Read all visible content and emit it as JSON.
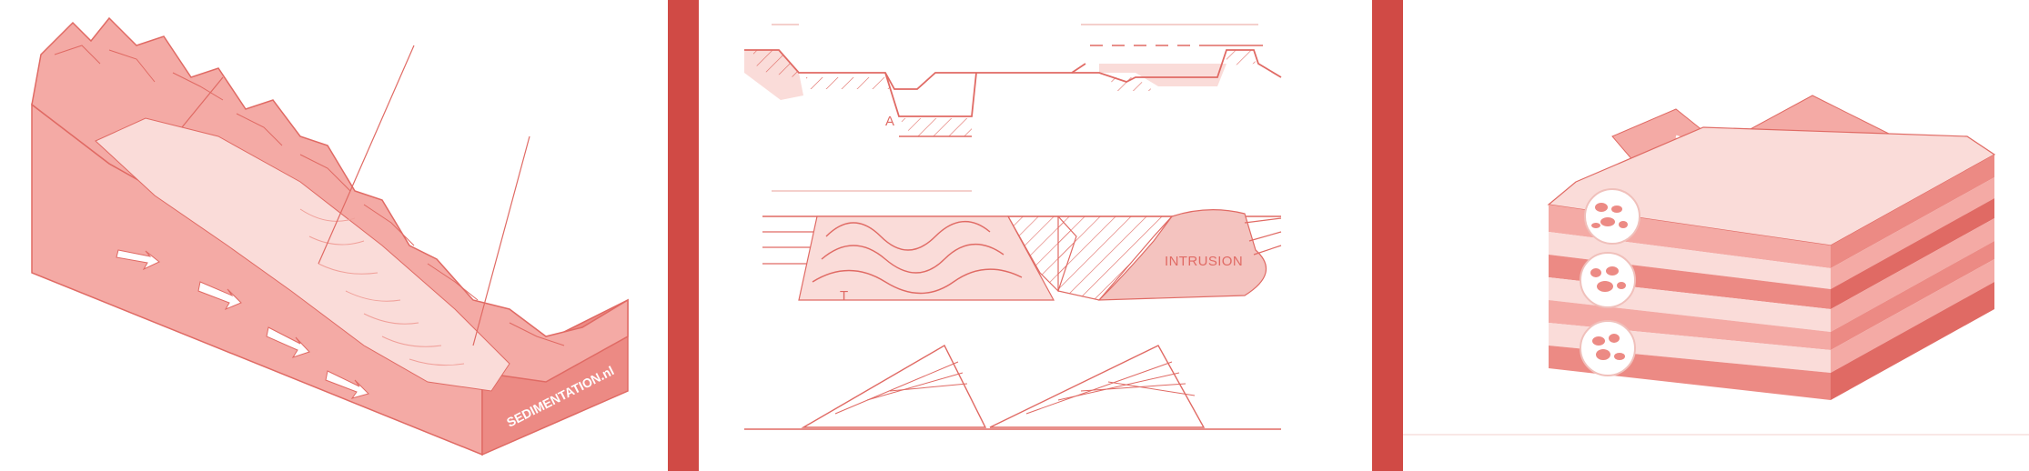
{
  "colors": {
    "accent": "#d04a45",
    "fill_light": "#fadcd9",
    "fill_mid": "#f4aaa5",
    "fill_dark": "#ec8a84",
    "stroke": "#e06a64",
    "white": "#ffffff"
  },
  "panels": {
    "left": {
      "watermark": "SEDIMENTATION.nl"
    },
    "middle": {
      "label_a": "A",
      "intrusion_label": "INTRUSION",
      "small_mark": "T"
    },
    "right": {}
  }
}
